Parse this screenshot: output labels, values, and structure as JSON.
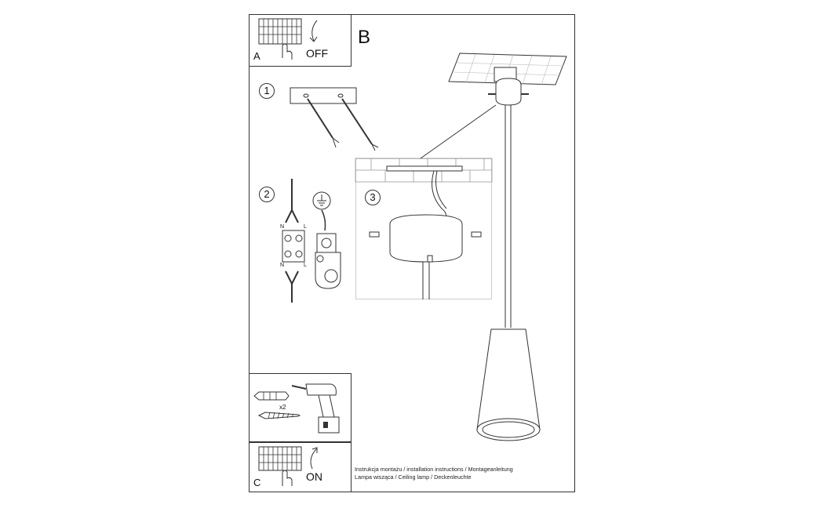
{
  "sections": {
    "a": {
      "letter": "A",
      "switch_label": "OFF",
      "icon": "circuit-breaker-icon"
    },
    "b": {
      "letter": "B"
    },
    "c": {
      "letter": "C",
      "switch_label": "ON",
      "icon": "circuit-breaker-icon"
    }
  },
  "steps": [
    {
      "number": "1",
      "icon": "ceiling-mount-wires-icon"
    },
    {
      "number": "2",
      "icon": "terminal-block-icon",
      "terminal_labels": {
        "n_top": "N",
        "l_top": "L",
        "n_bottom": "N",
        "l_bottom": "L"
      }
    },
    {
      "number": "3",
      "icon": "canopy-detail-icon"
    }
  ],
  "tools": {
    "quantity": "x2",
    "icons": [
      "wall-plug-icon",
      "screw-icon",
      "drill-icon"
    ]
  },
  "caption": {
    "line1": "Instrukcja montażu / installation instructions / Montageanleitung",
    "line2": "Lampa wisząca / Ceiling lamp  / Deckenleuchte"
  },
  "colors": {
    "line": "#333333",
    "background": "#ffffff"
  }
}
